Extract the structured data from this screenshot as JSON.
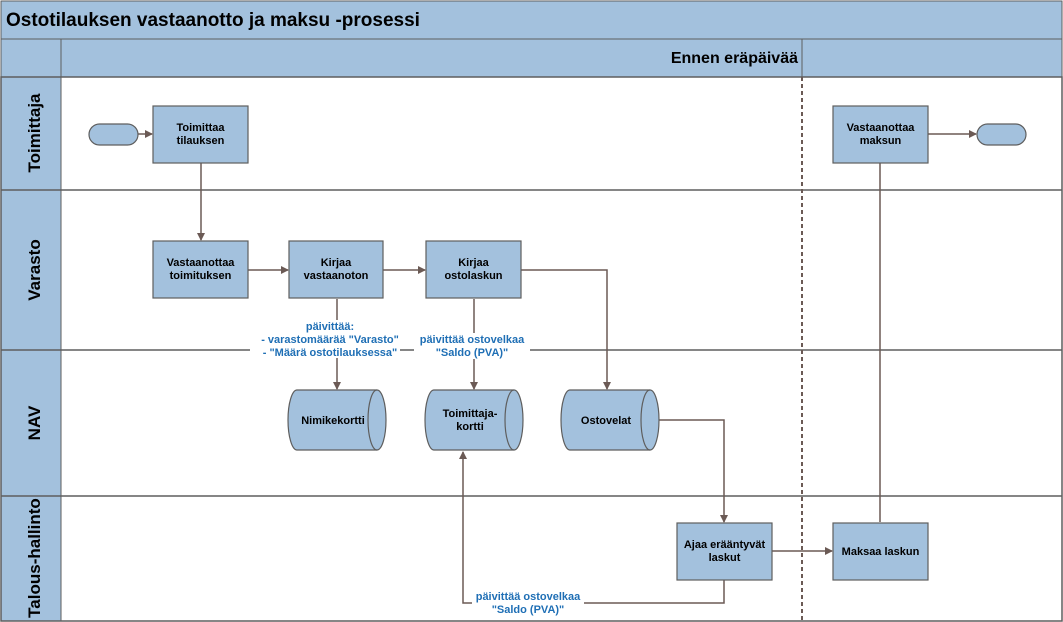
{
  "title": "Ostotilauksen vastaanotto ja maksu -prosessi",
  "phase": "Ennen eräpäivää",
  "lanes": [
    "Toimittaja",
    "Varasto",
    "NAV",
    "Talous-hallinto"
  ],
  "tasks": {
    "toimittaa": [
      "Toimittaa",
      "tilauksen"
    ],
    "vastaanottaa_maksun": [
      "Vastaanottaa",
      "maksun"
    ],
    "vastaanottaa_toimituksen": [
      "Vastaanottaa",
      "toimituksen"
    ],
    "kirjaa_vastaanoton": [
      "Kirjaa",
      "vastaanoton"
    ],
    "kirjaa_ostolaskun": [
      "Kirjaa",
      "ostolaskun"
    ],
    "ajaa": [
      "Ajaa erääntyvät",
      "laskut"
    ],
    "maksaa": [
      "Maksaa laskun"
    ]
  },
  "stores": {
    "nimikekortti": [
      "Nimikekortti"
    ],
    "toimittajakortti": [
      "Toimittaja-",
      "kortti"
    ],
    "ostovelat": [
      "Ostovelat"
    ]
  },
  "annotations": {
    "paivittaa_varasto": [
      "päivittää:",
      "- varastomäärää \"Varasto\"",
      "- \"Määrä ostotilauksessa\""
    ],
    "paivittaa_ostovelkaa_1": [
      "päivittää ostovelkaa",
      "\"Saldo (PVA)\""
    ],
    "paivittaa_ostovelkaa_2": [
      "päivittää ostovelkaa",
      "\"Saldo (PVA)\""
    ]
  },
  "colors": {
    "shape_fill": "#A3C1DD",
    "line": "#6B5A55",
    "annotation": "#1F6FB5"
  }
}
